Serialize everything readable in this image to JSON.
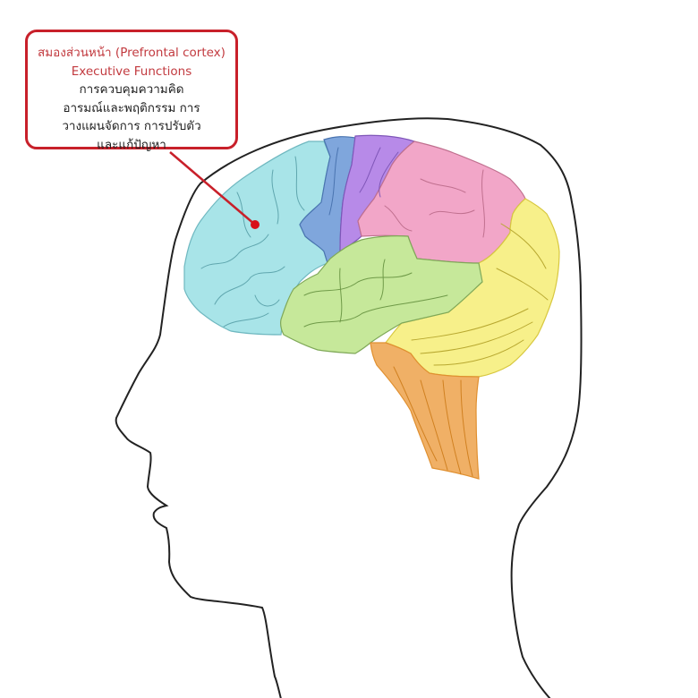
{
  "callout": {
    "title": "สมองส่วนหน้า (Prefrontal cortex)",
    "subtitle": "Executive Functions",
    "lines": [
      "การควบคุมความคิด",
      "อารมณ์และพฤติกรรม การ",
      "วางแผนจัดการ การปรับตัว",
      "และแก้ปัญหา"
    ],
    "accent_color": "#c8202a"
  },
  "brain_regions": {
    "frontal_color": "#a8e4e8",
    "motor_strip_color": "#7fa6dc",
    "sensory_strip_color": "#b78ae8",
    "parietal_color": "#f2a6c8",
    "occipital_color": "#f7f08a",
    "temporal_color": "#c6e89a",
    "brainstem_color": "#f0b066"
  }
}
